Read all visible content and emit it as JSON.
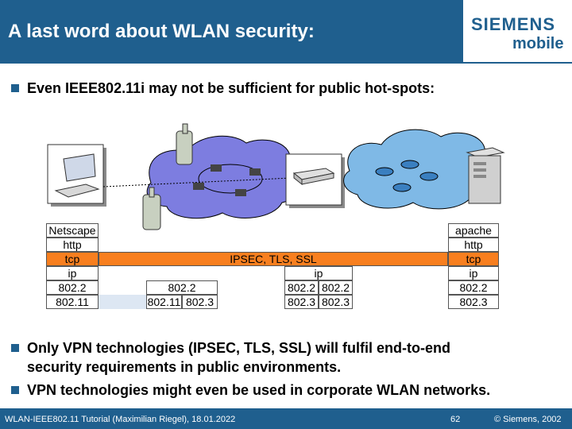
{
  "slide": {
    "title": "A last word about WLAN security:",
    "logo_brand": "SIEMENS",
    "logo_sub": "mobile"
  },
  "bullets": [
    "Even IEEE802.11i  may not be sufficient for public hot-spots:",
    "Only VPN technologies (IPSEC, TLS, SSL) will fulfil end-to-end",
    "security requirements in public environments.",
    "VPN technologies might even be used in corporate WLAN networks."
  ],
  "stack": {
    "client": [
      "Netscape",
      "http",
      "tcp",
      "ip",
      "802.2",
      "802.11"
    ],
    "ap": [
      "802.2",
      "802.11",
      "802.3"
    ],
    "router_ip": "ip",
    "router": [
      "802.2",
      "802.2",
      "802.3",
      "802.3"
    ],
    "server": [
      "apache",
      "http",
      "tcp",
      "ip",
      "802.2",
      "802.3"
    ],
    "tunnel": "IPSEC, TLS, SSL"
  },
  "footer": {
    "left": "WLAN-IEEE802.11 Tutorial (Maximilian Riegel), 18.01.2022",
    "page": "62",
    "copyright": "© Siemens, 2002"
  },
  "colors": {
    "primary": "#1f5f8e",
    "tunnel": "#f87f1f",
    "cloud_purple": "#7d7de0",
    "cloud_blue": "#7fb9e6"
  }
}
